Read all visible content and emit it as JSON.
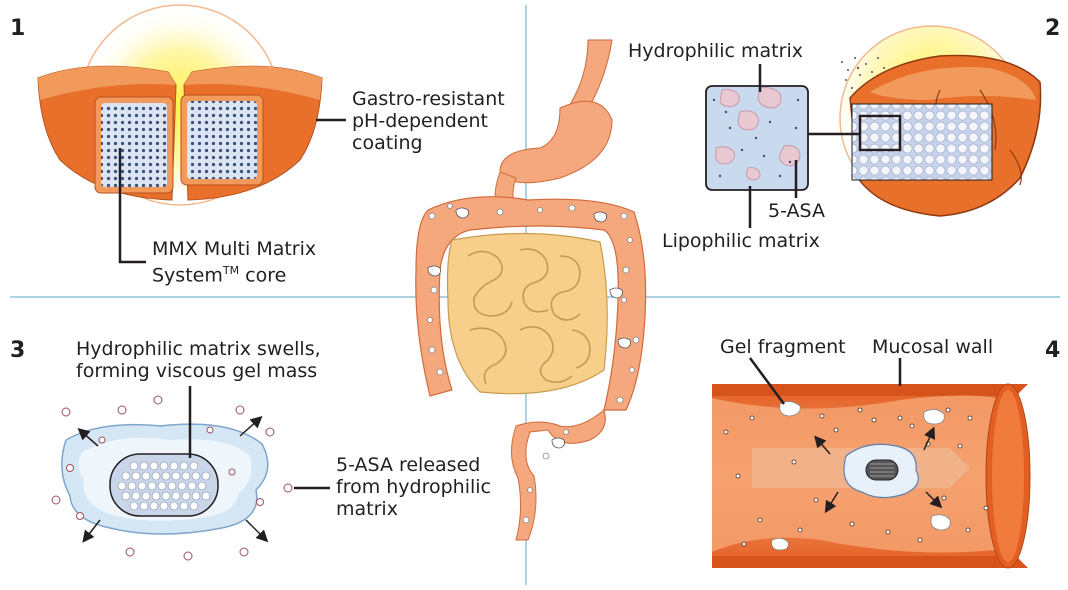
{
  "panel1": {
    "number": "1",
    "coating_label": [
      "Gastro-resistant",
      "pH-dependent",
      "coating"
    ],
    "core_label_line1": "MMX Multi Matrix",
    "core_label_line2_pre": "System",
    "core_label_line2_sup": "TM",
    "core_label_line2_post": " core"
  },
  "panel2": {
    "number": "2",
    "hydrophilic_label": "Hydrophilic matrix",
    "asa_label": "5-ASA",
    "lipophilic_label": "Lipophilic matrix"
  },
  "panel3": {
    "number": "3",
    "swells_label": [
      "Hydrophilic matrix swells,",
      "forming viscous gel mass"
    ],
    "released_label": [
      "5-ASA released",
      "from hydrophilic",
      "matrix"
    ]
  },
  "panel4": {
    "number": "4",
    "gel_label": "Gel fragment",
    "wall_label": "Mucosal wall"
  },
  "colors": {
    "orange": "#e8702a",
    "orange_light": "#f29a5c",
    "gut": "#f5a77e",
    "small_intestine": "#f7cf8b",
    "matrix_blue": "#c9d9ee",
    "divider": "#5ba7c7"
  }
}
